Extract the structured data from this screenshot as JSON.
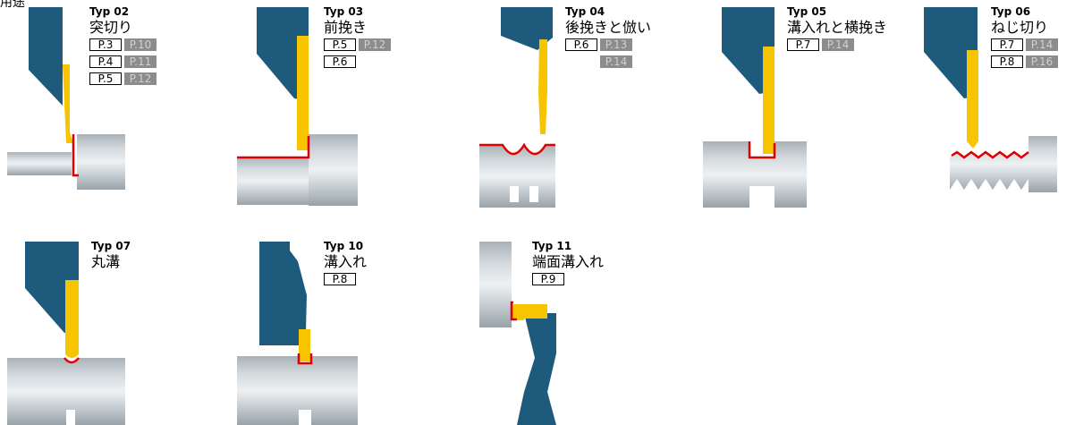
{
  "header_mark": "用途",
  "colors": {
    "holder": "#1d5a7c",
    "insert": "#f6c500",
    "workpiece_light": "#d8dee2",
    "workpiece_dark": "#9aa4ab",
    "cut_line": "#e00000",
    "ref_gray": "#8c8c8c"
  },
  "types": [
    {
      "id": "typ02",
      "typ": "Typ 02",
      "name": "突切り",
      "refs": [
        [
          {
            "t": "P.3",
            "k": "p"
          },
          {
            "t": "P.10",
            "k": "g"
          }
        ],
        [
          {
            "t": "P.4",
            "k": "p"
          },
          {
            "t": "P.11",
            "k": "g"
          }
        ],
        [
          {
            "t": "P.5",
            "k": "p"
          },
          {
            "t": "P.12",
            "k": "g"
          }
        ]
      ]
    },
    {
      "id": "typ03",
      "typ": "Typ 03",
      "name": "前挽き",
      "refs": [
        [
          {
            "t": "P.5",
            "k": "p"
          },
          {
            "t": "P.12",
            "k": "g"
          }
        ],
        [
          {
            "t": "P.6",
            "k": "p"
          }
        ]
      ]
    },
    {
      "id": "typ04",
      "typ": "Typ 04",
      "name": "後挽きと倣い",
      "refs": [
        [
          {
            "t": "P.6",
            "k": "p"
          },
          {
            "t": "P.13",
            "k": "g"
          }
        ],
        [
          {
            "t": "",
            "k": "spacer"
          },
          {
            "t": "P.14",
            "k": "g"
          }
        ]
      ]
    },
    {
      "id": "typ05",
      "typ": "Typ 05",
      "name": "溝入れと横挽き",
      "refs": [
        [
          {
            "t": "P.7",
            "k": "p"
          },
          {
            "t": "P.14",
            "k": "g"
          }
        ]
      ]
    },
    {
      "id": "typ06",
      "typ": "Typ 06",
      "name": "ねじ切り",
      "refs": [
        [
          {
            "t": "P.7",
            "k": "p"
          },
          {
            "t": "P.14",
            "k": "g"
          }
        ],
        [
          {
            "t": "P.8",
            "k": "p"
          },
          {
            "t": "P.16",
            "k": "g"
          }
        ]
      ]
    },
    {
      "id": "typ07",
      "typ": "Typ 07",
      "name": "丸溝",
      "refs": []
    },
    {
      "id": "typ10",
      "typ": "Typ 10",
      "name": "溝入れ",
      "refs": [
        [
          {
            "t": "P.8",
            "k": "p"
          }
        ]
      ]
    },
    {
      "id": "typ11",
      "typ": "Typ 11",
      "name": "端面溝入れ",
      "refs": [
        [
          {
            "t": "P.9",
            "k": "p"
          }
        ]
      ]
    }
  ]
}
